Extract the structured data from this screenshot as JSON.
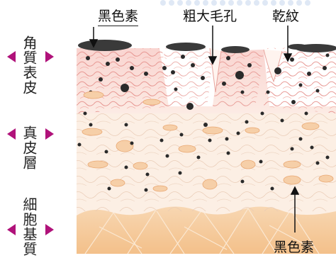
{
  "labels": {
    "melanin_top": "黑色素",
    "pore": "粗大毛孔",
    "wrinkle": "乾紋",
    "melanin_bottom": "黑色素"
  },
  "layers": {
    "epidermis": "角質表皮",
    "dermis": "真皮層",
    "matrix": "細胞基質"
  },
  "colors": {
    "arrow": "#b0127a",
    "dot": "#2a2a2a",
    "skin_pink": "#f3b6b0",
    "dermis": "#fbe6d4",
    "matrix": "#f5c796"
  }
}
